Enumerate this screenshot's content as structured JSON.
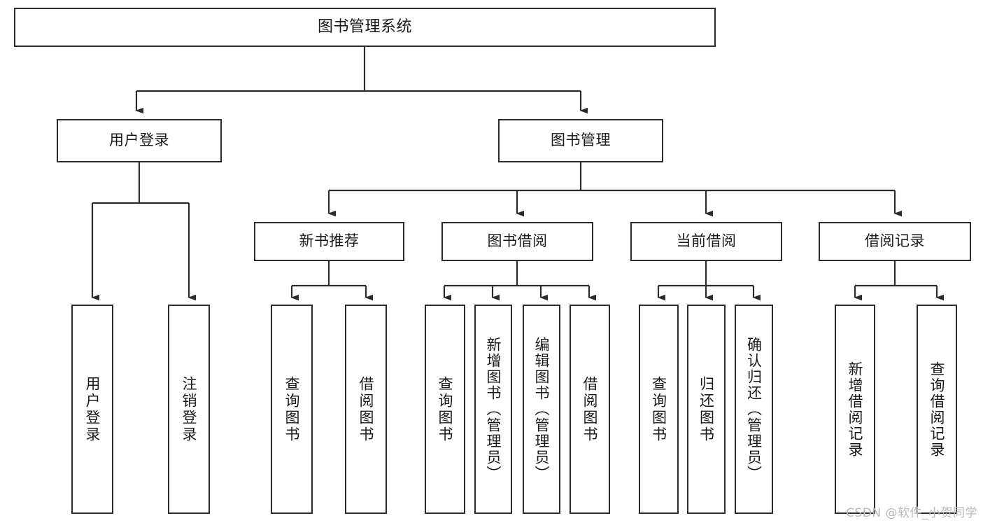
{
  "diagram": {
    "title": "图书管理系统",
    "type": "tree-hierarchy-diagram",
    "watermark": "CSDN @软件_小贺同学",
    "colors": {
      "node_border": "#2b2b2b",
      "node_fill": "#ffffff",
      "edge": "#2b2b2b",
      "text": "#1a1a1a",
      "watermark": "#b9b9b9",
      "background": "#ffffff"
    },
    "root": {
      "label": "图书管理系统"
    },
    "level2": [
      {
        "label": "用户登录"
      },
      {
        "label": "图书管理"
      }
    ],
    "level3": [
      {
        "label": "新书推荐"
      },
      {
        "label": "图书借阅"
      },
      {
        "label": "当前借阅"
      },
      {
        "label": "借阅记录"
      }
    ],
    "leaves": {
      "user_login": [
        {
          "label": "用户登录"
        },
        {
          "label": "注销登录"
        }
      ],
      "new_book_recommend": [
        {
          "label": "查询图书"
        },
        {
          "label": "借阅图书"
        }
      ],
      "book_borrow": [
        {
          "label": "查询图书"
        },
        {
          "label": "新增图书（管理员）"
        },
        {
          "label": "编辑图书（管理员）"
        },
        {
          "label": "借阅图书"
        }
      ],
      "current_borrow": [
        {
          "label": "查询图书"
        },
        {
          "label": "归还图书"
        },
        {
          "label": "确认归还（管理员）"
        }
      ],
      "borrow_record": [
        {
          "label": "新增借阅记录"
        },
        {
          "label": "查询借阅记录"
        }
      ]
    }
  }
}
